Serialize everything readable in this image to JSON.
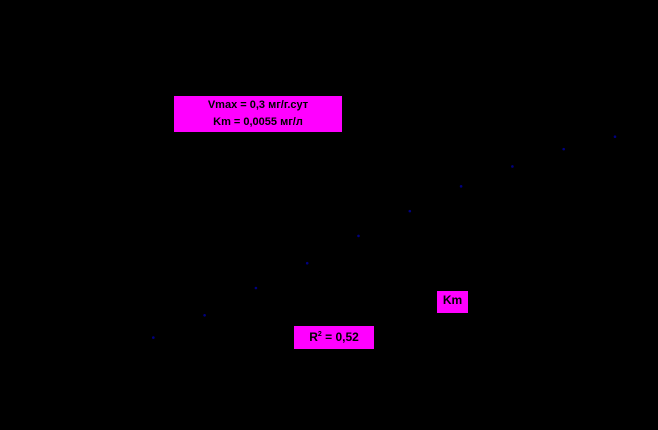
{
  "chart_data": {
    "type": "scatter",
    "title": "",
    "xlabel": "",
    "ylabel": "",
    "grid": false,
    "series": [
      {
        "point_color": "#000080",
        "points": [
          {
            "x": 1,
            "y": 0.5
          },
          {
            "x": 2,
            "y": 1.4
          },
          {
            "x": 3,
            "y": 2.5
          },
          {
            "x": 4,
            "y": 3.5
          },
          {
            "x": 5,
            "y": 4.6
          },
          {
            "x": 6,
            "y": 5.6
          },
          {
            "x": 7,
            "y": 6.6
          },
          {
            "x": 8,
            "y": 7.4
          },
          {
            "x": 9,
            "y": 8.1
          },
          {
            "x": 10,
            "y": 8.6
          }
        ]
      }
    ],
    "annotations": {
      "params_line1": "Vmax = 0,3  мг/г.сут",
      "params_line2": "Km = 0,0055 мг/л",
      "km_label": "Km",
      "r2_prefix": "R",
      "r2_sup": "2",
      "r2_value": " = 0,52"
    }
  },
  "colors": {
    "background": "#000000",
    "label_fill": "#ff00ff",
    "label_text": "#000000",
    "point": "#000080"
  }
}
